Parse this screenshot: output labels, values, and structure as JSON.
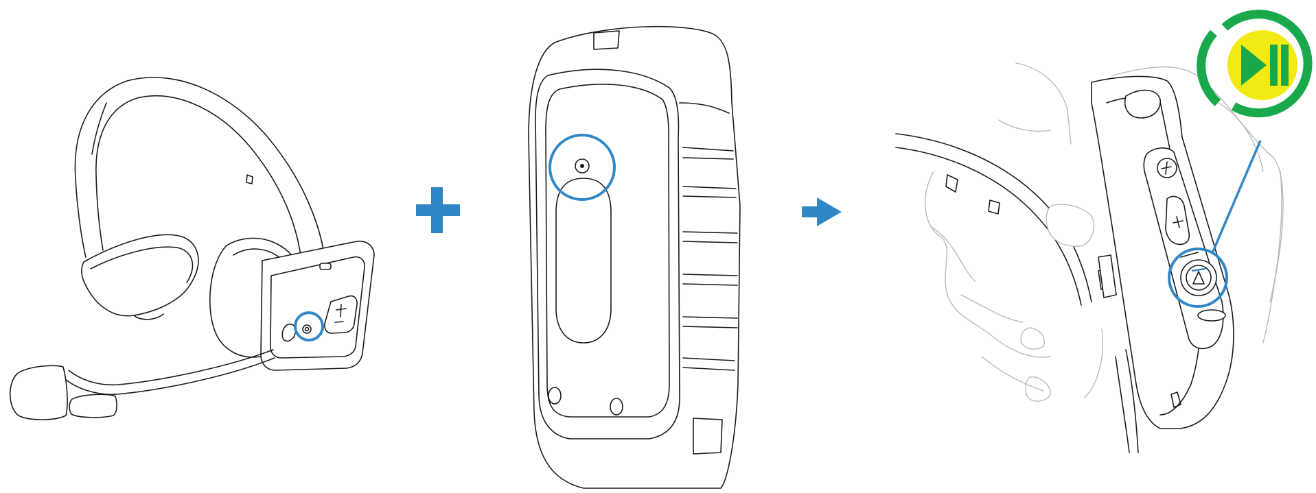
{
  "colors": {
    "accent_blue": "#3187c6",
    "status_green": "#19a84a",
    "play_pause_yellow": "#f2ea12",
    "line_art": "#1a1a1a",
    "hand_outline": "#b9b9b9"
  },
  "steps": [
    {
      "id": "headset",
      "highlight": "multi-function-button"
    },
    {
      "operator": "plus"
    },
    {
      "id": "handset",
      "highlight": "pairing-button"
    },
    {
      "operator": "arrow-right"
    },
    {
      "id": "pairing-action",
      "highlight": "press-button",
      "status_icon": "play-pause-icon"
    }
  ]
}
